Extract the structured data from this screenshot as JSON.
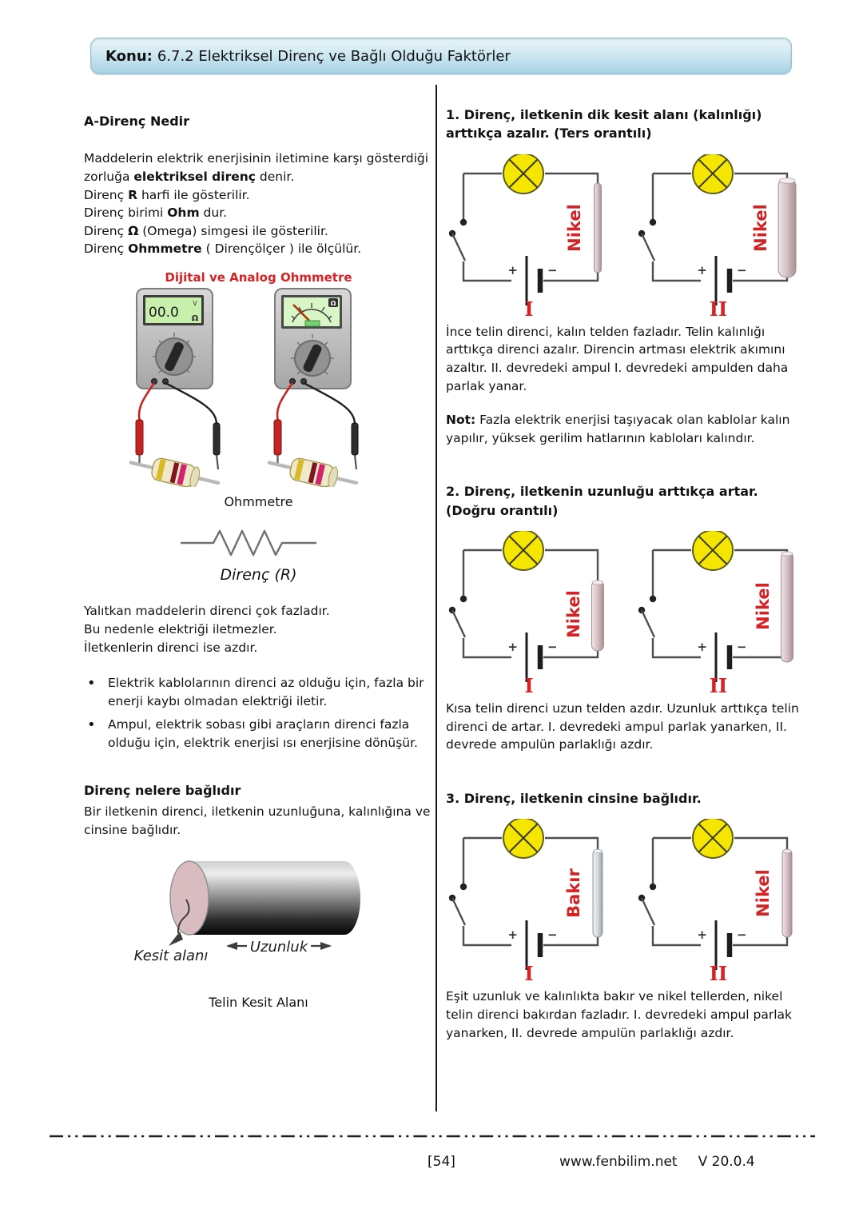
{
  "header": {
    "label": "Konu:",
    "title": "6.7.2 Elektriksel Direnç ve Bağlı Olduğu Faktörler"
  },
  "left": {
    "heading": "A-Direnç Nedir",
    "intro": {
      "p1_pre": "Maddelerin elektrik enerjisinin iletimine karşı gösterdiği zorluğa ",
      "p1_bold": "elektriksel direnç",
      "p1_post": " denir.",
      "l2_pre": "Direnç ",
      "l2_bold": "R",
      "l2_post": " harfi ile gösterilir.",
      "l3_pre": "Direnç birimi ",
      "l3_bold": "Ohm",
      "l3_post": " dur.",
      "l4_pre": "Direnç ",
      "l4_bold": "Ω",
      "l4_post": " (Omega) simgesi ile gösterilir.",
      "l5_pre": "Direnç ",
      "l5_bold": "Ohmmetre",
      "l5_post": " ( Dirençölçer ) ile ölçülür."
    },
    "meters": {
      "title": "Dijital ve Analog Ohmmetre",
      "display_value": "00.0",
      "unit_volt": "V",
      "unit_ohm": "Ω",
      "caption": "Ohmmetre"
    },
    "resistor_caption": "Direnç (R)",
    "insulator": {
      "l1": "Yalıtkan maddelerin direnci çok fazladır.",
      "l2": "Bu nedenle elektriği iletmezler.",
      "l3": "İletkenlerin direnci ise azdır."
    },
    "bullets": [
      {
        "text": "Elektrik kablolarının direnci az olduğu için, fazla bir enerji kaybı olmadan elektriği iletir."
      },
      {
        "text": "Ampul, elektrik sobası gibi araçların direnci fazla olduğu için, elektrik enerjisi ısı enerjisine dönüşür."
      }
    ],
    "depends": {
      "heading": "Direnç nelere bağlıdır",
      "text": "Bir iletkenin direnci, iletkenin uzunluğuna, kalınlığına ve cinsine bağlıdır.",
      "kesit": "Kesit alanı",
      "uzunluk": "Uzunluk",
      "caption": "Telin Kesit Alanı"
    }
  },
  "right": {
    "s1": {
      "heading": "1. Direnç, iletkenin dik kesit alanı (kalınlığı) arttıkça azalır. (Ters orantılı)",
      "c1_label": "Nikel",
      "c1_num": "I",
      "c2_label": "Nikel",
      "c2_num": "II",
      "body": "İnce telin direnci, kalın telden fazladır. Telin kalınlığı arttıkça direnci azalır. Direncin artması elektrik akımını azaltır. II. devredeki ampul I. devredeki ampulden daha parlak yanar.",
      "note_label": "Not:",
      "note_body": " Fazla elektrik enerjisi taşıyacak olan kablolar kalın yapılır, yüksek gerilim hatlarının kabloları kalındır."
    },
    "s2": {
      "heading": "2. Direnç, iletkenin uzunluğu arttıkça artar. (Doğru orantılı)",
      "c1_label": "Nikel",
      "c1_num": "I",
      "c2_label": "Nikel",
      "c2_num": "II",
      "body": "Kısa telin direnci uzun telden azdır. Uzunluk arttıkça telin direnci de artar. I. devredeki ampul parlak yanarken, II. devrede ampulün parlaklığı azdır."
    },
    "s3": {
      "heading": "3. Direnç, iletkenin cinsine bağlıdır.",
      "c1_label": "Bakır",
      "c1_num": "I",
      "c2_label": "Nikel",
      "c2_num": "II",
      "body": "Eşit uzunluk ve kalınlıkta bakır ve nikel tellerden, nikel telin direnci bakırdan fazladır. I. devredeki ampul parlak yanarken, II. devrede ampulün parlaklığı azdır."
    }
  },
  "sym": {
    "plus": "+",
    "minus": "−"
  },
  "footer": {
    "page_number": "[54]",
    "site": "www.fenbilim.net",
    "version": "V 20.0.4"
  },
  "colors": {
    "accent_red": "#d42225",
    "bulb_yellow": "#f4e600",
    "header_blue": "#b9dcea"
  }
}
